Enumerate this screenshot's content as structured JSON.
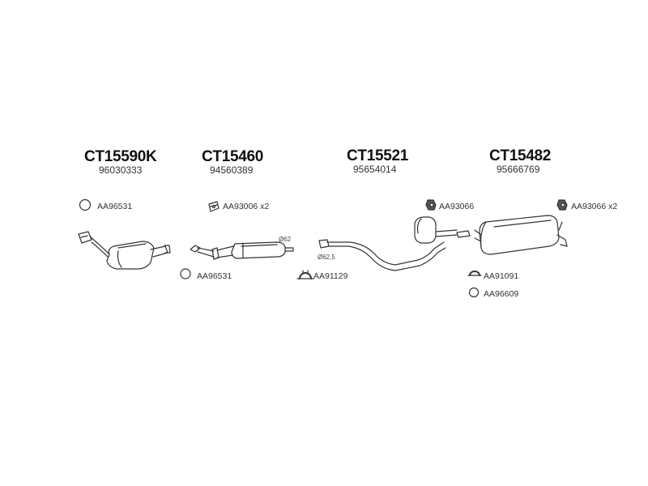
{
  "parts": [
    {
      "code": "CT15590K",
      "oe": "96030333"
    },
    {
      "code": "CT15460",
      "oe": "94560389"
    },
    {
      "code": "CT15521",
      "oe": "95654014"
    },
    {
      "code": "CT15482",
      "oe": "95666769"
    }
  ],
  "accessories": {
    "a1": "AA96531",
    "a2": "AA93006 x2",
    "a3": "AA93066",
    "a4": "AA93066 x2",
    "a5": "AA96531",
    "a6": "AA91129",
    "a7": "AA91091",
    "a8": "AA96609"
  },
  "dimensions": {
    "d1": "Ø62",
    "d2": "Ø62,5"
  }
}
